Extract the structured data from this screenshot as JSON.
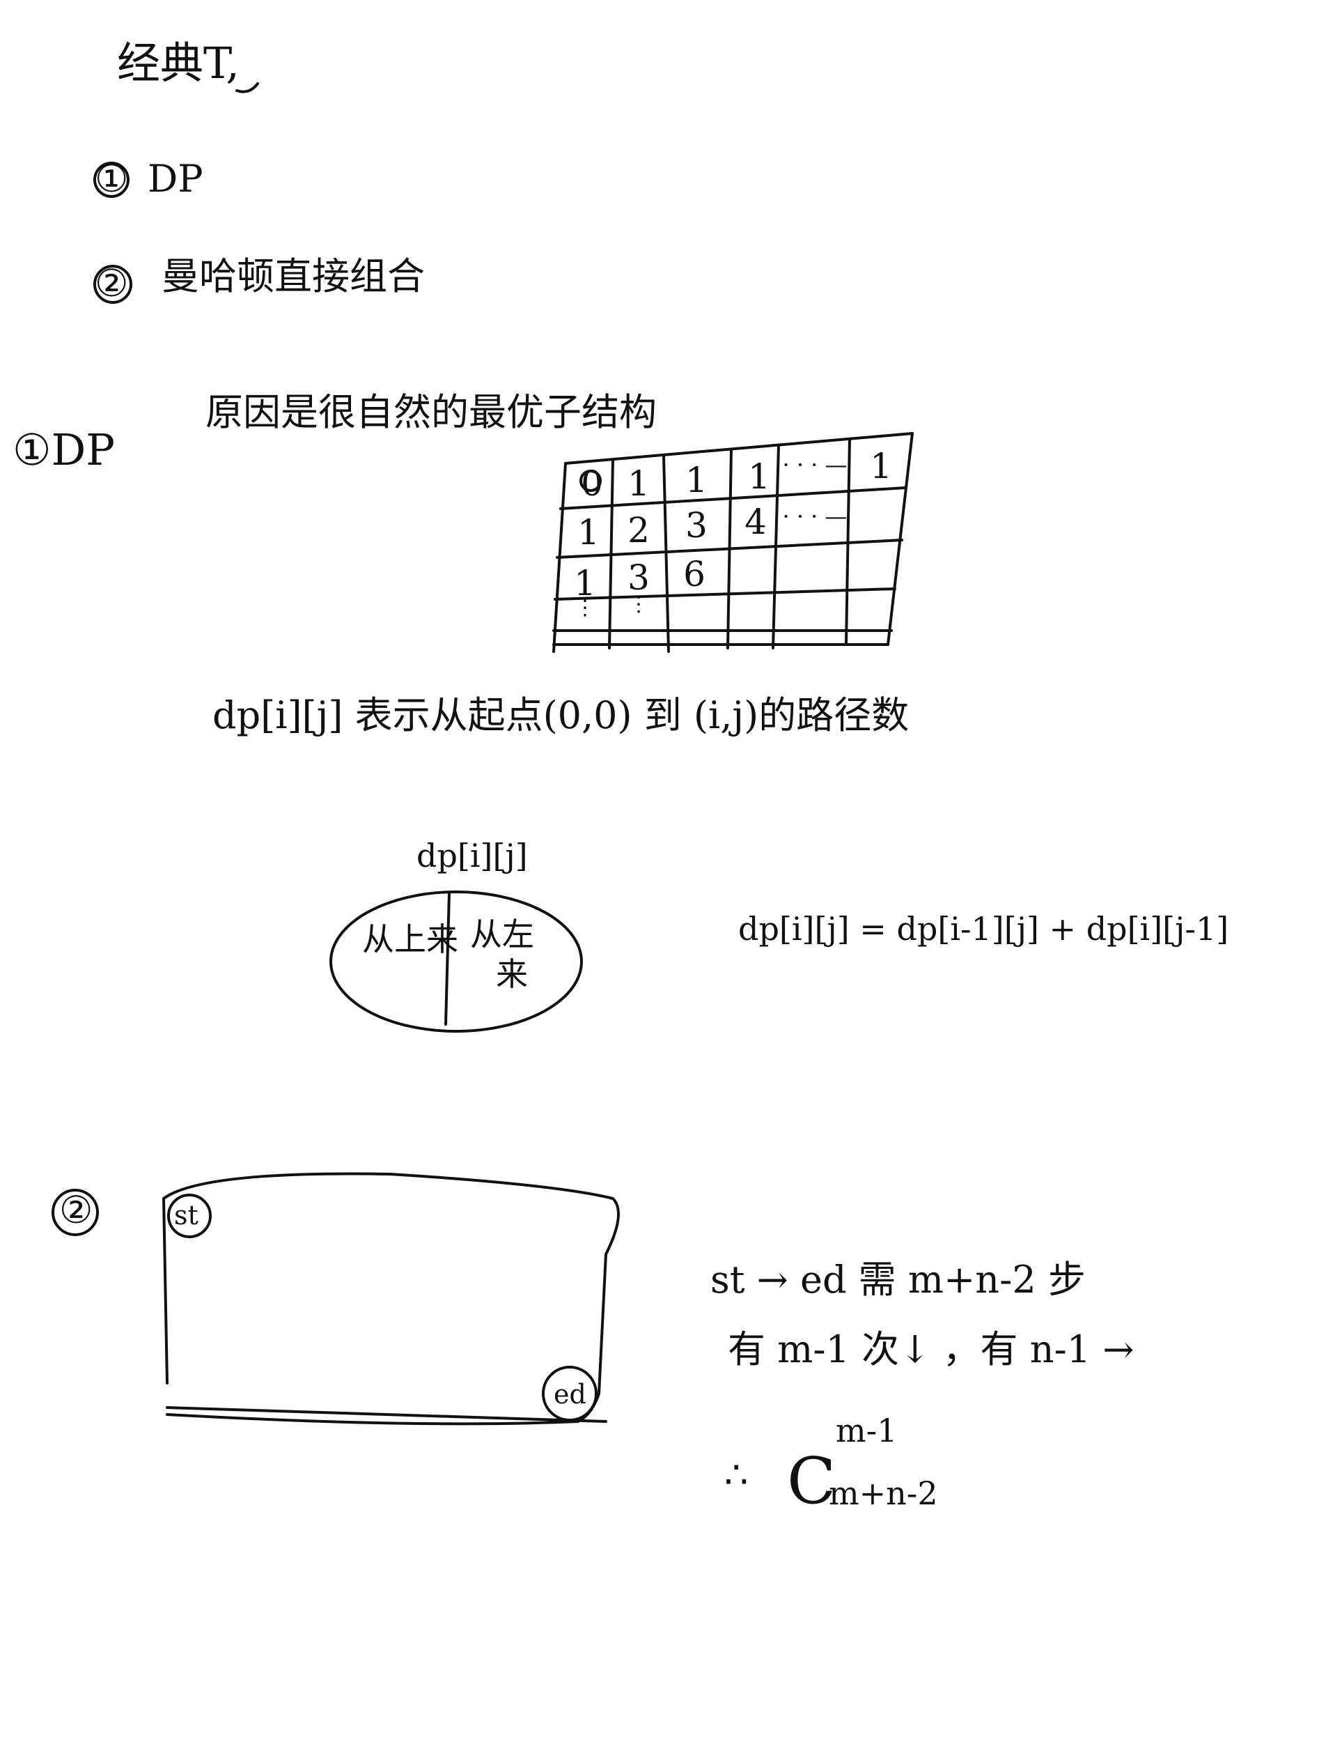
{
  "title": "经典T,",
  "intro": {
    "item1_marker": "①",
    "item1_text": "DP",
    "item2_marker": "②",
    "item2_text": "曼哈顿直接组合"
  },
  "dp_section": {
    "marker": "①DP",
    "heading": "原因是很自然的最优子结构",
    "grid": {
      "rows": [
        [
          "0",
          "1",
          "1",
          "1",
          "· · · —",
          "1"
        ],
        [
          "1",
          "2",
          "3",
          "4",
          "· · · —",
          ""
        ],
        [
          "1",
          "3",
          "6",
          "",
          "",
          ""
        ],
        [
          "⋮",
          "⋮",
          "",
          "",
          "",
          ""
        ]
      ]
    },
    "definition": "dp[i][j] 表示从起点(0,0) 到 (i,j)的路径数",
    "diagram_top_label": "dp[i][j]",
    "diagram_left": "从上来",
    "diagram_right_line1": "从左",
    "diagram_right_line2": "来",
    "formula": "dp[i][j] = dp[i-1][j] + dp[i][j-1]"
  },
  "comb_section": {
    "marker": "②",
    "start_label": "st",
    "end_label": "ed",
    "line1": "st → ed 需 m+n-2 步",
    "line2": "有 m-1 次↓ ，有 n-1 →",
    "therefore": "∴",
    "comb_base": "C",
    "comb_sup": "m-1",
    "comb_sub": "m+n-2"
  }
}
